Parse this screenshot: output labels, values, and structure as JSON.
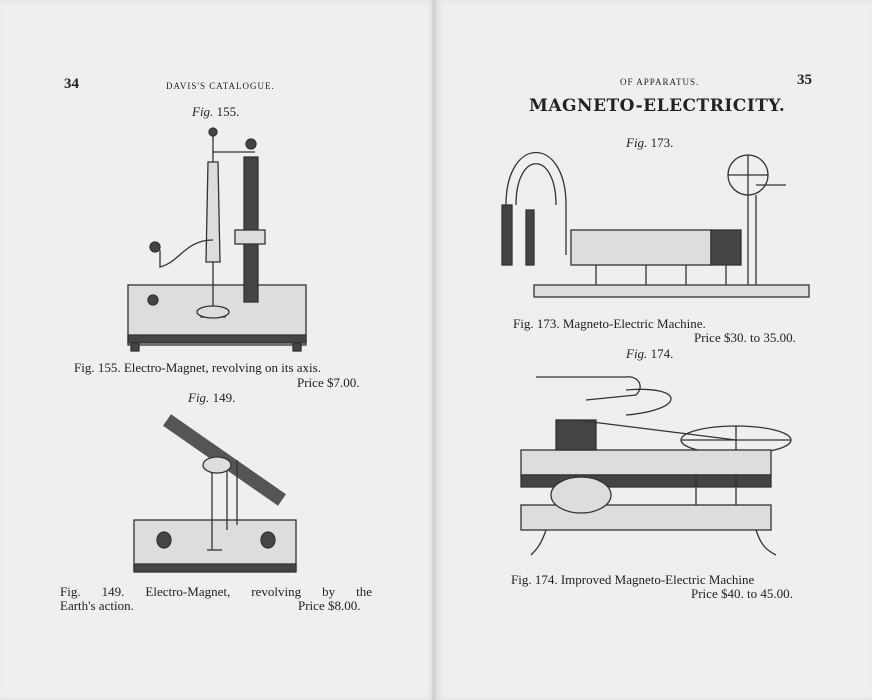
{
  "left_page": {
    "page_number": "34",
    "running_head": "Davis's Catalogue.",
    "figures": [
      {
        "label_prefix": "Fig.",
        "label_number": "155.",
        "caption": "Fig. 155.   Electro-Magnet, revolving on its axis.",
        "price": "Price $7.00."
      },
      {
        "label_prefix": "Fig.",
        "label_number": "149.",
        "caption": "Fig. 149.   Electro-Magnet, revolving by the",
        "caption_line2": "Earth's action.",
        "price": "Price $8.00."
      }
    ]
  },
  "right_page": {
    "page_number": "35",
    "running_head": "Of Apparatus.",
    "section_title": "MAGNETO-ELECTRICITY.",
    "figures": [
      {
        "label_prefix": "Fig.",
        "label_number": "173.",
        "caption": "Fig. 173.   Magneto-Electric Machine.",
        "price": "Price $30. to 35.00."
      },
      {
        "label_prefix": "Fig.",
        "label_number": "174.",
        "caption": "Fig. 174.   Improved Magneto-Electric Machine",
        "price": "Price $40. to 45.00."
      }
    ]
  }
}
